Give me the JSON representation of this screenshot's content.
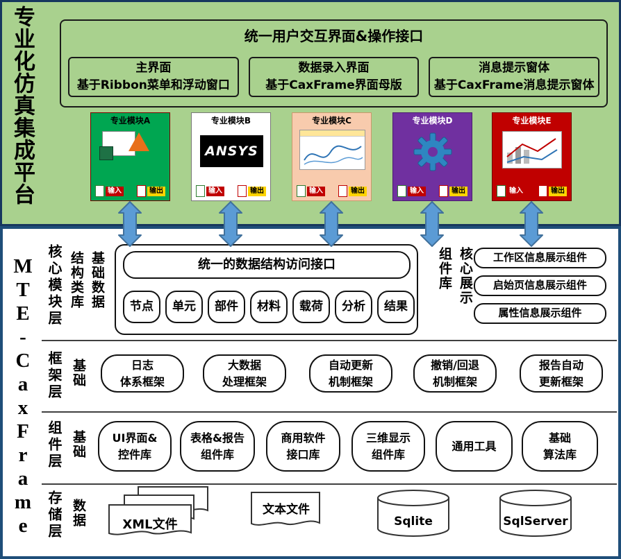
{
  "colors": {
    "top_background": "#A9D18E",
    "panel_border": "#17375E",
    "bottom_border": "#1F4E79",
    "arrow_fill": "#5B9BD5",
    "module_a": "#00A651",
    "module_d": "#7030A0",
    "module_e": "#C00000",
    "input_badge": "#C00000",
    "output_badge": "#FFD400"
  },
  "platform": {
    "side_label": "专业化仿真集成平台",
    "ui_panel": {
      "title": "统一用户交互界面&操作接口",
      "cards": [
        {
          "line1": "主界面",
          "line2": "基于Ribbon菜单和浮动窗口"
        },
        {
          "line1": "数据录入界面",
          "line2": "基于CaxFrame界面母版"
        },
        {
          "line1": "消息提示窗体",
          "line2": "基于CaxFrame消息提示窗体"
        }
      ]
    },
    "modules": [
      {
        "label": "专业模块A",
        "input": "输入",
        "output": "输出"
      },
      {
        "label": "专业模块B",
        "logo_text": "ANSYS",
        "input": "输入",
        "output": "输出"
      },
      {
        "label": "专业模块C",
        "input": "输入",
        "output": "输出"
      },
      {
        "label": "专业模块D",
        "input": "输入",
        "output": "输出"
      },
      {
        "label": "专业模块E",
        "input": "输入",
        "output": "输出"
      }
    ]
  },
  "framework": {
    "side_label": "MTE-CaxFrame",
    "core_layer": {
      "side_label": "核心模块层",
      "group_left_col": "结构类库",
      "group_right_col": "基础数据",
      "access_box": "统一的数据结构访问接口",
      "data_boxes": [
        "节点",
        "单元",
        "部件",
        "材料",
        "载荷",
        "分析",
        "结果"
      ],
      "display_group_left_col": "组件库",
      "display_group_right_col": "核心展示",
      "display_boxes": [
        "工作区信息展示组件",
        "启始页信息展示组件",
        "属性信息展示组件"
      ]
    },
    "frame_layer": {
      "side_label": "框架层",
      "group_label": "基础",
      "boxes": [
        {
          "line1": "日志",
          "line2": "体系框架"
        },
        {
          "line1": "大数据",
          "line2": "处理框架"
        },
        {
          "line1": "自动更新",
          "line2": "机制框架"
        },
        {
          "line1": "撤销/回退",
          "line2": "机制框架"
        },
        {
          "line1": "报告自动",
          "line2": "更新框架"
        }
      ]
    },
    "component_layer": {
      "side_label": "组件层",
      "group_label": "基础",
      "boxes": [
        {
          "line1": "UI界面&",
          "line2": "控件库"
        },
        {
          "line1": "表格&报告",
          "line2": "组件库"
        },
        {
          "line1": "商用软件",
          "line2": "接口库"
        },
        {
          "line1": "三维显示",
          "line2": "组件库"
        },
        {
          "line1": "通用工具"
        },
        {
          "line1": "基础",
          "line2": "算法库"
        }
      ]
    },
    "storage_layer": {
      "side_label": "存储层",
      "group_label": "数据",
      "items": [
        "XML文件",
        "文本文件",
        "Sqlite",
        "SqlServer"
      ]
    }
  }
}
